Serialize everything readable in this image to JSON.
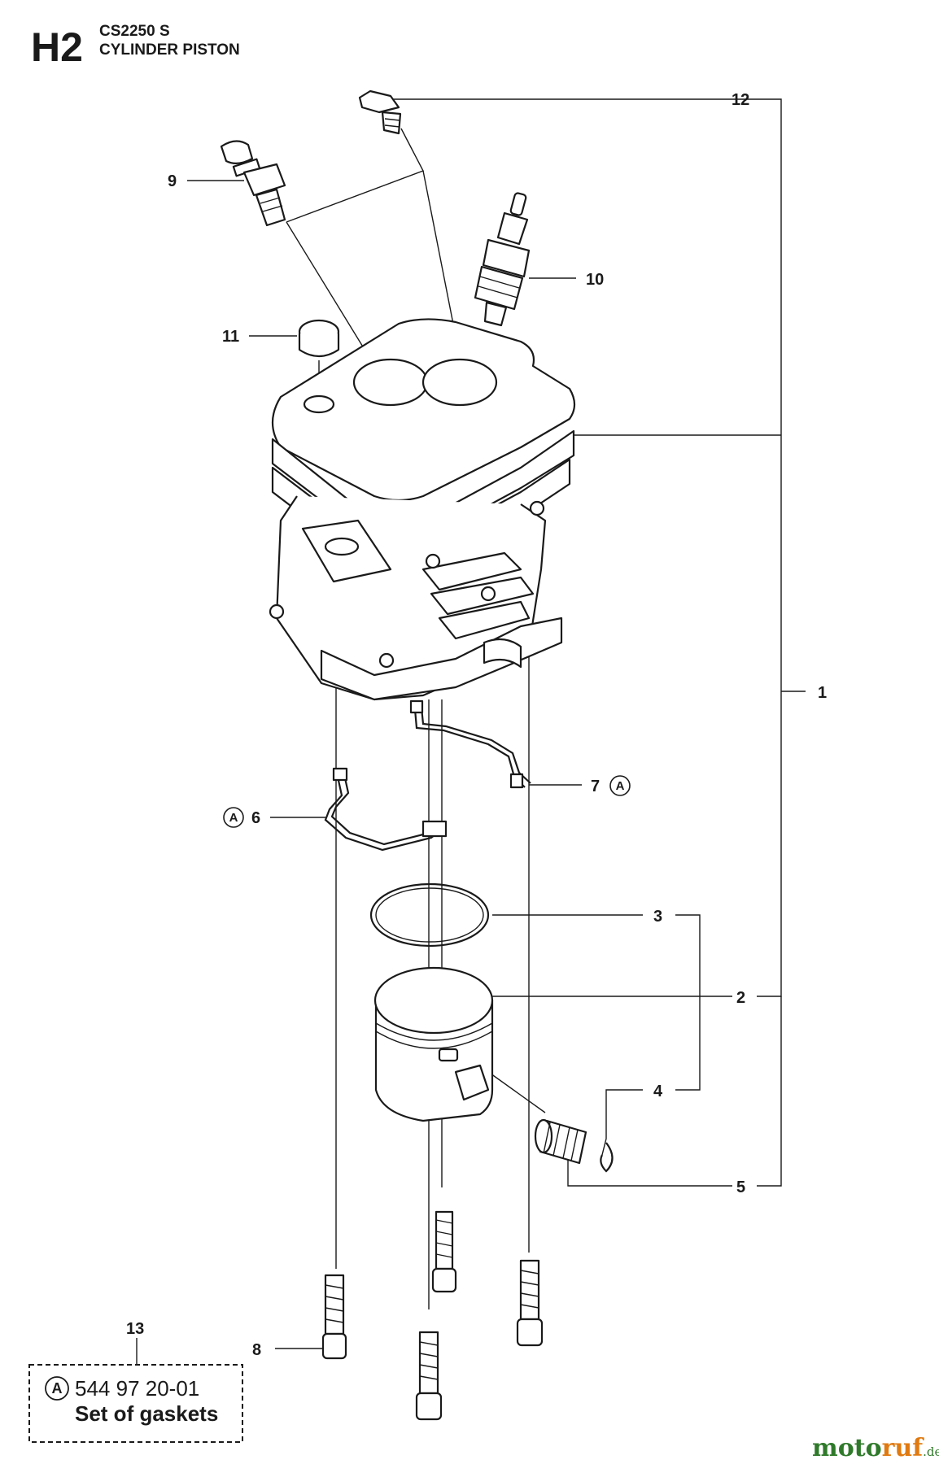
{
  "header": {
    "code": "H2",
    "model": "CS2250 S",
    "title": "CYLINDER PISTON"
  },
  "callouts": [
    "12",
    "9",
    "10",
    "11",
    "1",
    "7",
    "6",
    "3",
    "2",
    "4",
    "5",
    "13",
    "8"
  ],
  "marker": "A",
  "kit": {
    "marker": "A",
    "part_number": "544 97 20-01",
    "description": "Set of gaskets"
  },
  "watermark": {
    "part1": "moto",
    "part2": "ruf",
    "part3": ".de"
  }
}
